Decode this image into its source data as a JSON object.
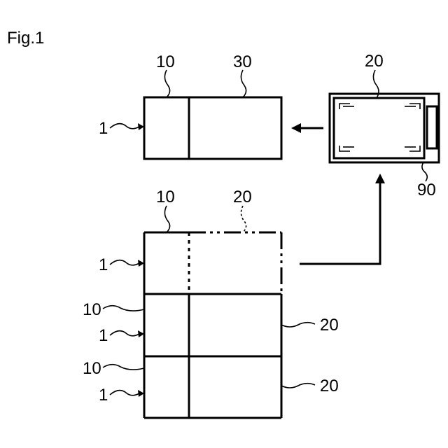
{
  "figure": {
    "title": "Fig.1"
  },
  "labels": {
    "top_10": "10",
    "top_30": "30",
    "top_1": "1",
    "card_20": "20",
    "card_90": "90",
    "stack_10": "10",
    "stack_20_dashed": "20",
    "row1_1": "1",
    "row2_10": "10",
    "row2_1": "1",
    "row2_20": "20",
    "row3_10": "10",
    "row3_1": "1",
    "row3_20": "20"
  },
  "colors": {
    "stroke": "#000000",
    "background": "#ffffff"
  }
}
